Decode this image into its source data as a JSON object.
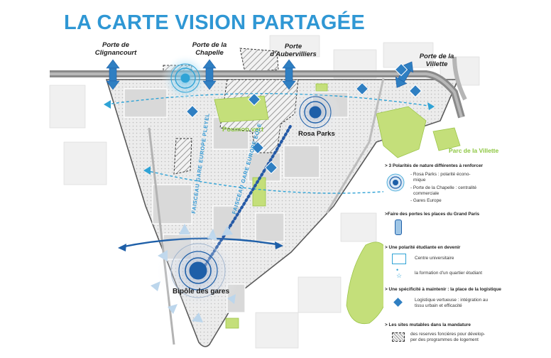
{
  "title": "LA CARTE VISION PARTAGÉE",
  "gates": {
    "clignancourt": {
      "line1": "Porte de",
      "line2": "Clignancourt"
    },
    "chapelle": {
      "line1": "Porte de la",
      "line2": "Chapelle"
    },
    "aubervilliers": {
      "line1": "Porte",
      "line2": "d'Aubervilliers"
    },
    "villette": {
      "line1": "Porte de la",
      "line2": "Villette"
    }
  },
  "places": {
    "rosa_parks": "Rosa Parks",
    "poumon_vert": "Poumon vert",
    "parc_villette": "Parc de la Villette",
    "bipole": "Bipôle des gares",
    "faisceau_pleyel": "FAISCEAU GARE EUROPE PLEYEL",
    "faisceau_eole": "FAISCEAU GARE EUROPE EOLE"
  },
  "legend": {
    "polarites_header": "> 3 Polarités de nature différentes à renforcer",
    "polarites_items": [
      "- Rosa Parks : polarité écono-",
      "mique",
      "- Porte de la Chapelle : centralité",
      "commerciale",
      "- Gares Europe"
    ],
    "portes_header": ">Faire des portes les places du Grand Paris",
    "etudiante_header": "> Une polarité étudiante en devenir",
    "etudiante_items": [
      "Centre universitaire",
      "la formation d'un quartier étudiant"
    ],
    "logistique_header": "> Une spécificité à maintenir : la place de la logistique",
    "logistique_items": [
      "Logistique vertueuse : intégration au",
      "tissu urbain et efficacité"
    ],
    "sites_header": "> Les sites mutables dans la mandature",
    "sites_items": [
      "des reserves foncières pour dévelop-",
      "per des programmes de logement"
    ]
  },
  "colors": {
    "title": "#2f97d4",
    "accent_blue": "#2f97d4",
    "dark_blue": "#1e5fa8",
    "green": "#8cc63f",
    "territory": "#dddddd",
    "rail": "#8a8a8a"
  }
}
